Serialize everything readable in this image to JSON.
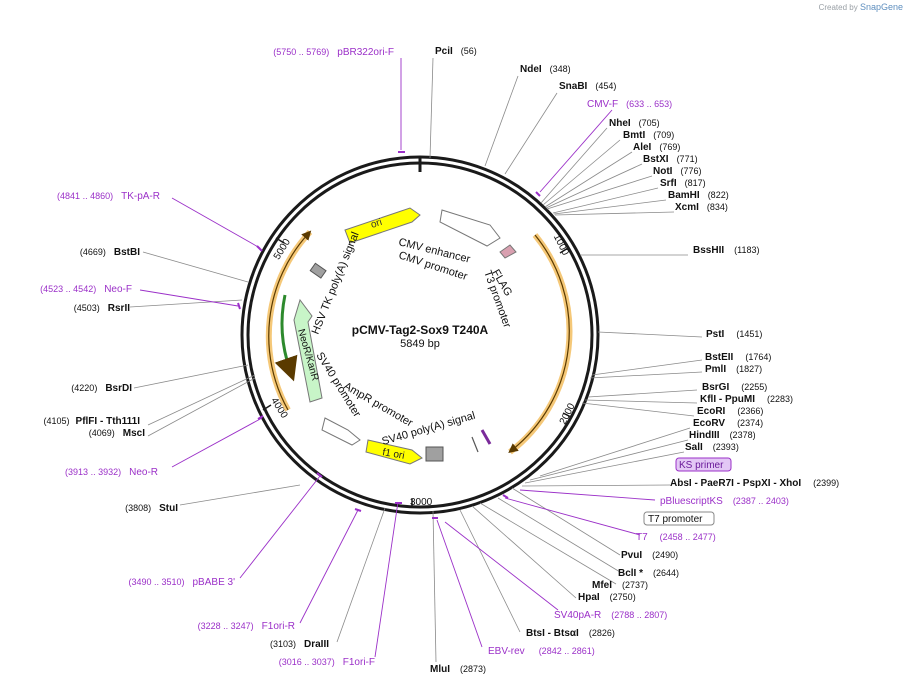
{
  "header": {
    "credit_prefix": "Created by",
    "credit_brand": "SnapGene"
  },
  "plasmid": {
    "name": "pCMV-Tag2-Sox9 T240A",
    "length_label": "5849 bp",
    "length": 5849
  },
  "colors": {
    "backbone": "#1a1a1a",
    "site_line": "#8a8a8a",
    "primer": "#9b30c8",
    "ori": "#ffff00",
    "neo": "#c8f5c8",
    "orf": "#f5c878",
    "arrow_dark": "#5a3a00"
  },
  "ruler": [
    {
      "pos": 1000,
      "label": "1000"
    },
    {
      "pos": 2000,
      "label": "2000"
    },
    {
      "pos": 3000,
      "label": "3000"
    },
    {
      "pos": 4000,
      "label": "4000"
    },
    {
      "pos": 5000,
      "label": "5000"
    }
  ],
  "features": [
    {
      "label": "ori",
      "start": 0.66,
      "end": 0.64,
      "dir": -1,
      "r": 175,
      "fill": "#ffff00",
      "kind": "arrow"
    },
    {
      "label": "CMV enhancer",
      "start": 0.52,
      "end": 0.46,
      "dir": 1,
      "r": 175,
      "fill": "#ffffff",
      "kind": "arrow"
    },
    {
      "label": "CMV promoter",
      "start": 0.55,
      "end": 0.48,
      "dir": 1,
      "r": 175,
      "fill": "#ffffff",
      "kind": "arrow"
    },
    {
      "label": "FLAG",
      "start": 0.72,
      "end": 0.74,
      "dir": 1,
      "r": 175,
      "fill": "#d0d0d0",
      "kind": "arrow"
    },
    {
      "label": "T3 promoter",
      "start": 0.77,
      "end": 0.79,
      "dir": 1,
      "r": 175,
      "fill": "#ffffff",
      "kind": "arrow"
    },
    {
      "label": "f1 ori",
      "start": 0.5,
      "end": 0.5,
      "dir": 1,
      "r": 175,
      "fill": "#ffff00",
      "kind": "arrow"
    },
    {
      "label": "SV40 poly(A) signal",
      "start": 0.5,
      "end": 0.5,
      "dir": 1,
      "r": 175,
      "fill": "#a0a0a0",
      "kind": "box"
    },
    {
      "label": "AmpR promoter",
      "start": 0.5,
      "end": 0.5,
      "dir": 1,
      "r": 175,
      "fill": "#ffffff",
      "kind": "arrow"
    },
    {
      "label": "SV40 promoter",
      "start": 0.5,
      "end": 0.5,
      "dir": 1,
      "r": 175,
      "fill": "#ffffff",
      "kind": "arrow"
    },
    {
      "label": "NeoR/KanR",
      "start": 0.5,
      "end": 0.5,
      "dir": -1,
      "r": 175,
      "fill": "#c8f5c8",
      "kind": "arrow"
    },
    {
      "label": "HSV TK poly(A) signal",
      "start": 0.5,
      "end": 0.5,
      "dir": 1,
      "r": 175,
      "fill": "#a0a0a0",
      "kind": "box"
    }
  ],
  "sites": [
    {
      "name": "PciI",
      "pos": "(56)"
    },
    {
      "name": "NdeI",
      "pos": "(348)"
    },
    {
      "name": "SnaBI",
      "pos": "(454)"
    },
    {
      "name": "CMV-F",
      "pos": "(633 .. 653)",
      "primer": true
    },
    {
      "name": "NheI",
      "pos": "(705)"
    },
    {
      "name": "BmtI",
      "pos": "(709)"
    },
    {
      "name": "AleI",
      "pos": "(769)"
    },
    {
      "name": "BstXI",
      "pos": "(771)"
    },
    {
      "name": "NotI",
      "pos": "(776)"
    },
    {
      "name": "SrfI",
      "pos": "(817)"
    },
    {
      "name": "BamHI",
      "pos": "(822)"
    },
    {
      "name": "XcmI",
      "pos": "(834)"
    },
    {
      "name": "BssHII",
      "pos": "(1183)"
    },
    {
      "name": "PstI",
      "pos": "(1451)"
    },
    {
      "name": "BstEII",
      "pos": "(1764)"
    },
    {
      "name": "PmlI",
      "pos": "(1827)"
    },
    {
      "name": "BsrGI",
      "pos": "(2255)"
    },
    {
      "name": "KflI - PpuMI",
      "pos": "(2283)"
    },
    {
      "name": "EcoRI",
      "pos": "(2366)"
    },
    {
      "name": "EcoRV",
      "pos": "(2374)"
    },
    {
      "name": "HindIII",
      "pos": "(2378)"
    },
    {
      "name": "SalI",
      "pos": "(2393)"
    },
    {
      "name": "KS primer",
      "pos": "",
      "boxed": "purple"
    },
    {
      "name": "AbsI - PaeR7I - PspXI - XhoI",
      "pos": "(2399)"
    },
    {
      "name": "pBluescriptKS",
      "pos": "(2387 .. 2403)",
      "primer": true
    },
    {
      "name": "T7 promoter",
      "pos": "",
      "boxed": "white"
    },
    {
      "name": "T7",
      "pos": "(2458 .. 2477)",
      "primer": true
    },
    {
      "name": "PvuI",
      "pos": "(2490)"
    },
    {
      "name": "BclI *",
      "pos": "(2644)"
    },
    {
      "name": "MfeI",
      "pos": "(2737)"
    },
    {
      "name": "HpaI",
      "pos": "(2750)"
    },
    {
      "name": "SV40pA-R",
      "pos": "(2788 .. 2807)",
      "primer": true
    },
    {
      "name": "BtsI - BtsαI",
      "pos": "(2826)"
    },
    {
      "name": "EBV-rev",
      "pos": "(2842 .. 2861)",
      "primer": true
    },
    {
      "name": "MluI",
      "pos": "(2873)"
    },
    {
      "name": "F1ori-F",
      "pos": "(3016 .. 3037)",
      "primer": true
    },
    {
      "name": "DraIII",
      "pos": "(3103)"
    },
    {
      "name": "F1ori-R",
      "pos": "(3228 .. 3247)",
      "primer": true
    },
    {
      "name": "pBABE 3'",
      "pos": "(3490 .. 3510)",
      "primer": true
    },
    {
      "name": "StuI",
      "pos": "(3808)"
    },
    {
      "name": "Neo-R",
      "pos": "(3913 .. 3932)",
      "primer": true
    },
    {
      "name": "MscI",
      "pos": "(4069)"
    },
    {
      "name": "PflFI - Tth111I",
      "pos": "(4105)"
    },
    {
      "name": "BsrDI",
      "pos": "(4220)"
    },
    {
      "name": "RsrII",
      "pos": "(4503)"
    },
    {
      "name": "Neo-F",
      "pos": "(4523 .. 4542)",
      "primer": true
    },
    {
      "name": "BstBI",
      "pos": "(4669)"
    },
    {
      "name": "TK-pA-R",
      "pos": "(4841 .. 4860)",
      "primer": true
    },
    {
      "name": "pBR322ori-F",
      "pos": "(5750 .. 5769)",
      "primer": true
    }
  ]
}
